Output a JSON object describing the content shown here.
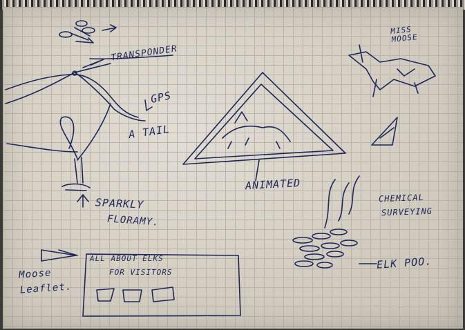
{
  "sketch": {
    "ink_color": "#1d2658",
    "labels": {
      "transponder": "TRANSPONDER",
      "miss_moose": "MISS\nMOOSE",
      "gps": "GPS",
      "a_tail": "A TAIL",
      "animated": "ANIMATED",
      "sparkly": "SPARKLY",
      "flora": "FLORAMY.",
      "chemical": "CHEMICAL",
      "surveying": "SURVEYING",
      "elk_poo": "ELK POO.",
      "all_about": "ALL ABOUT ELKS",
      "for_visitors": "FOR VISITORS",
      "moose_leaflet": "Moose\nLeaflet."
    }
  }
}
